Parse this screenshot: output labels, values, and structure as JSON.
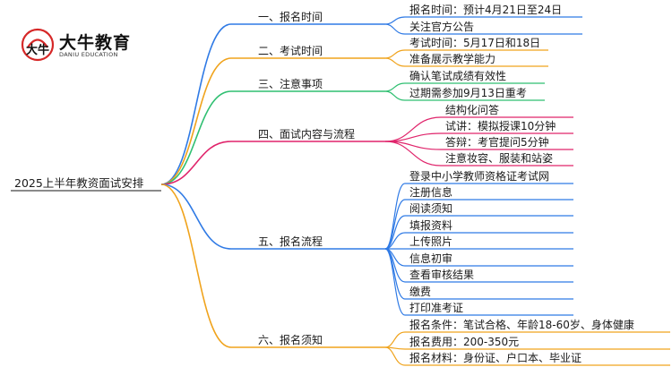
{
  "logo": {
    "title": "大牛教育",
    "subtitle": "DANIU EDUCATION",
    "mark_text": "大牛"
  },
  "root": "2025上半年教资面试安排",
  "branches": [
    {
      "label": "一、报名时间",
      "color": "#2f7ae5",
      "children": [
        "报名时间：预计4月21日至24日",
        "关注官方公告"
      ]
    },
    {
      "label": "二、考试时间",
      "color": "#f0a31c",
      "children": [
        "考试时间：5月17日和18日",
        "准备展示教学能力"
      ]
    },
    {
      "label": "三、注意事项",
      "color": "#2fbf71",
      "children": [
        "确认笔试成绩有效性",
        "过期需参加9月13日重考"
      ]
    },
    {
      "label": "四、面试内容与流程",
      "color": "#e0246b",
      "children": [
        "结构化问答",
        "试讲：模拟授课10分钟",
        "答辩：考官提问5分钟",
        "注意妆容、服装和站姿"
      ]
    },
    {
      "label": "五、报名流程",
      "color": "#2f7ae5",
      "children": [
        "登录中小学教师资格证考试网",
        "注册信息",
        "阅读须知",
        "填报资料",
        "上传照片",
        "信息初审",
        "查看审核结果",
        "缴费",
        "打印准考证"
      ]
    },
    {
      "label": "六、报名须知",
      "color": "#f0a31c",
      "children": [
        "报名条件：笔试合格、年龄18-60岁、身体健康",
        "报名费用：200-350元",
        "报名材料：身份证、户口本、毕业证"
      ]
    }
  ]
}
